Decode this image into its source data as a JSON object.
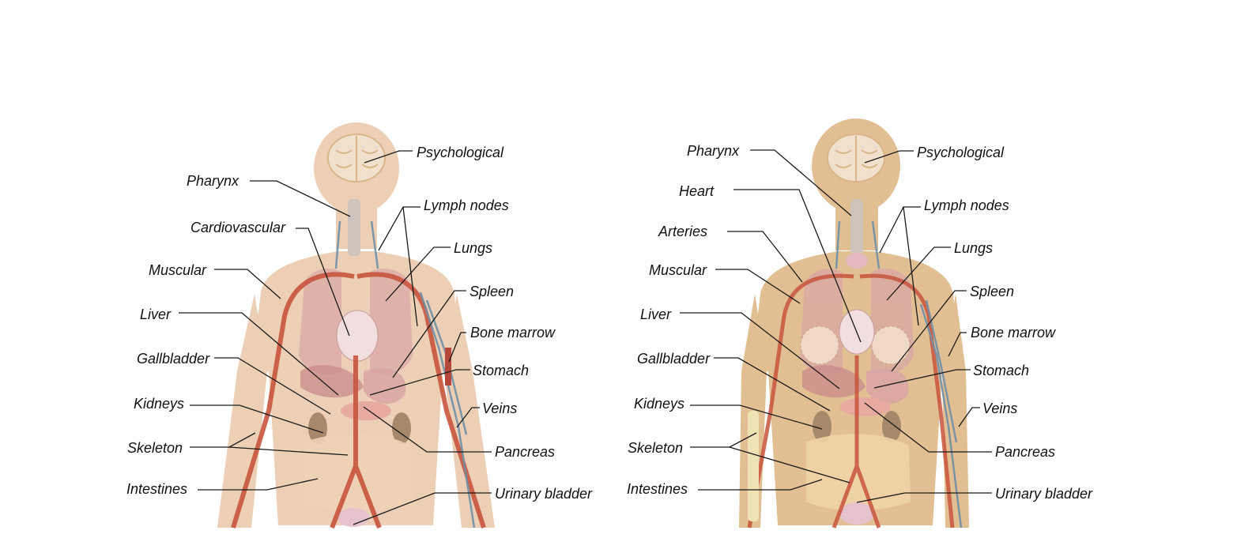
{
  "figures": [
    {
      "labels": {
        "psychological": "Psychological",
        "pharynx": "Pharynx",
        "lymph_nodes": "Lymph nodes",
        "cardiovascular": "Cardiovascular",
        "lungs": "Lungs",
        "muscular": "Muscular",
        "spleen": "Spleen",
        "liver": "Liver",
        "bone_marrow": "Bone marrow",
        "gallbladder": "Gallbladder",
        "stomach": "Stomach",
        "kidneys": "Kidneys",
        "veins": "Veins",
        "skeleton": "Skeleton",
        "pancreas": "Pancreas",
        "intestines": "Intestines",
        "urinary_bladder": "Urinary bladder"
      }
    },
    {
      "labels": {
        "pharynx": "Pharynx",
        "psychological": "Psychological",
        "heart": "Heart",
        "lymph_nodes": "Lymph nodes",
        "arteries": "Arteries",
        "lungs": "Lungs",
        "muscular": "Muscular",
        "spleen": "Spleen",
        "liver": "Liver",
        "bone_marrow": "Bone marrow",
        "gallbladder": "Gallbladder",
        "stomach": "Stomach",
        "kidneys": "Kidneys",
        "veins": "Veins",
        "skeleton": "Skeleton",
        "pancreas": "Pancreas",
        "intestines": "Intestines",
        "urinary_bladder": "Urinary bladder"
      }
    }
  ],
  "colors": {
    "skin_left": "#e9c7a9",
    "skin_right": "#dfb988",
    "artery": "#c8543d",
    "vein": "#6f8fa8",
    "organ_pink": "#d9a5a5",
    "brain": "#f1e0cc",
    "bone": "#efe2b5",
    "leader_line": "#1a1a1a"
  }
}
